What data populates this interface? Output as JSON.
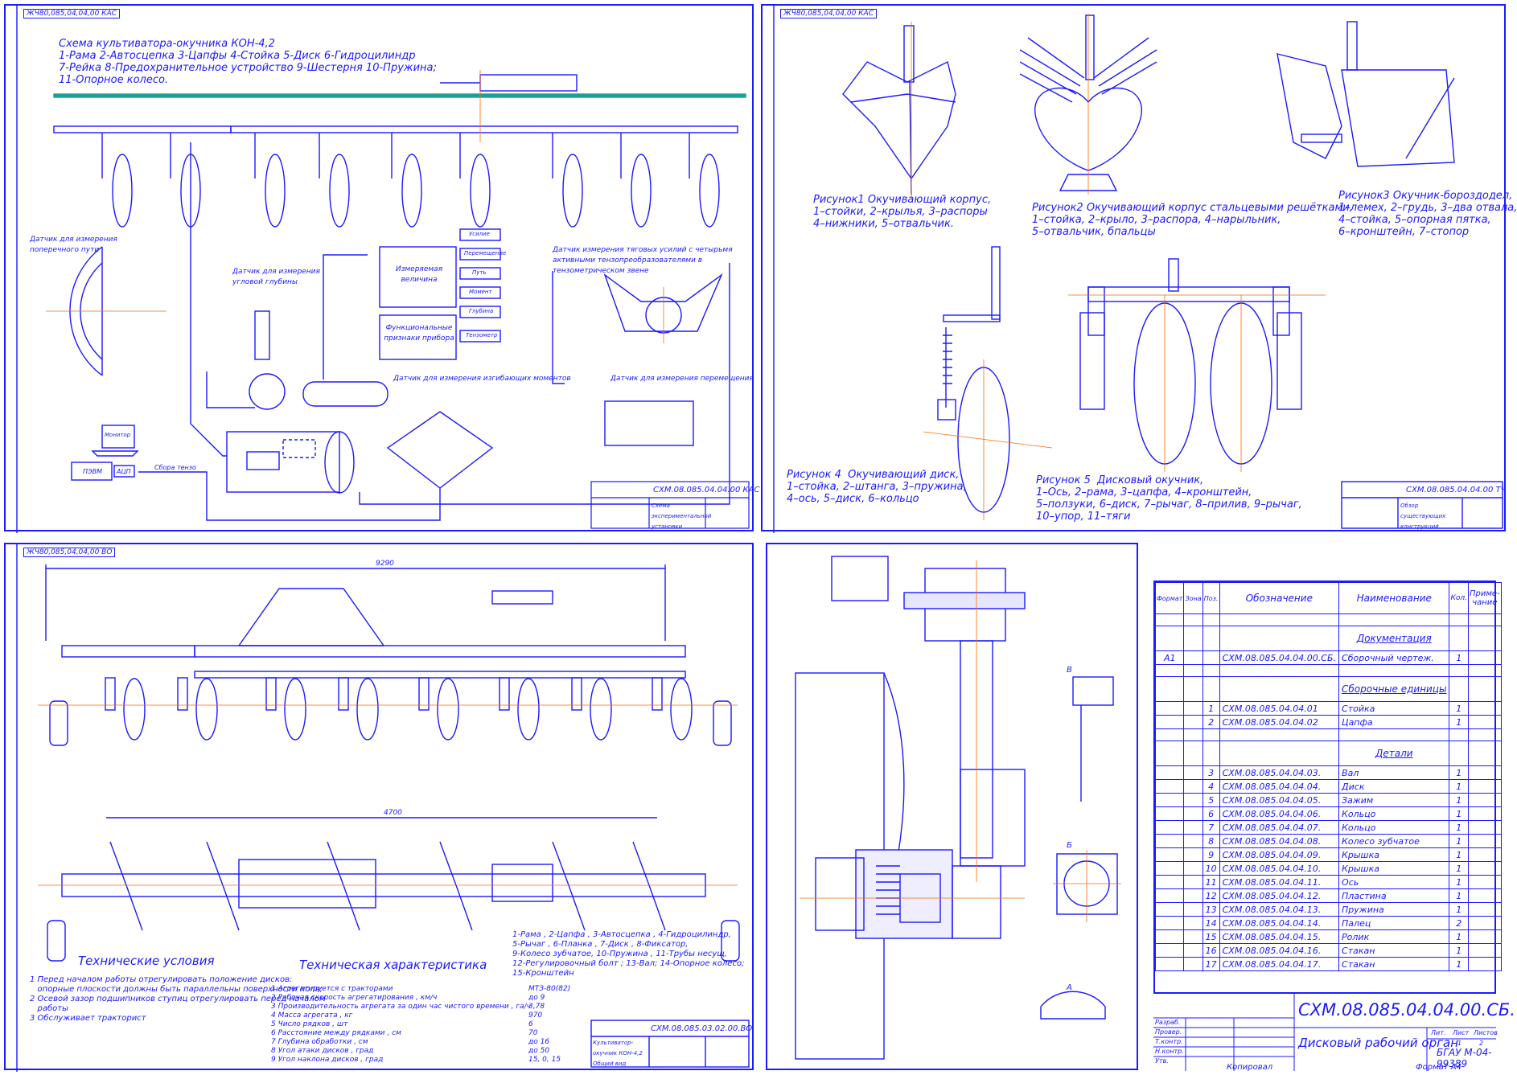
{
  "sheets": {
    "s1": {
      "top_code": "ЖЧ80,085,04,04,00 КАС",
      "caption": "Схема культиватора-окучника КОН-4,2\n1-Рама 2-Автосцепка 3-Цапфы 4-Стойка 5-Диск 6-Гидроцилиндр\n7-Рейка 8-Предохранительное устройство 9-Шестерня 10-Пружина;\n11-Опорное колесо.",
      "labels": {
        "sensor1": "Датчик для измерения поперечного пути",
        "sensor2": "Датчик для измерения угловой глубины",
        "sensor3": "Датчик измерения тяговых усилий с четырьмя активными тензопреобразователями в тензометрическом звене",
        "sensor4": "Датчик для измерения изгибающих моментов",
        "sensor5": "Датчик для измерения перемещения",
        "box_measure": "Измеряемая величина",
        "box_func": "Функциональные признаки прибора",
        "fields": [
          "Усилие",
          "Перемещение",
          "Путь",
          "Момент",
          "Глубина",
          "Тензометр"
        ],
        "pc": "Монитор",
        "adc": "АЦП",
        "pc_unit": "ПЭВМ",
        "bus": "Сбора тензо"
      },
      "tb_code": "СХМ.08.085.04.04.00 КАС",
      "tb_name": "Схема экспериментальной установки"
    },
    "s2": {
      "top_code": "ЖЧ80,085,04,04,00 КАС",
      "cap1": "Рисунок1 Окучивающий корпус,\n1–стойки, 2–крылья, 3–распоры\n4–нижники, 5–отвальчик.",
      "cap2": "Рисунок2 Окучивающий корпус стальцевыми решётками,\n1–стойка, 2–крыло, 3–распора, 4–нарыльник,\n5–отвальчик, бпальцы",
      "cap3": "Рисунок3 Окучник-бороздодел,\n1–лемех, 2–грудь, 3–два отвала,\n4–стойка, 5–опорная пятка,\n6–кронштейн, 7–стопор",
      "cap4": "Рисунок 4  Окучивающий диск,\n1–стойка, 2–штанга, 3–пружина,\n4–ось, 5–диск, 6–кольцо",
      "cap5": "Рисунок 5  Дисковый окучник,\n1–Ось, 2–рама, 3–цапфа, 4–кронштейн,\n5–ползуки, 6–диск, 7–рычаг, 8–прилив, 9–рычаг,\n10–упор, 11–тяги",
      "tb_code": "СХМ.08.085.04.04.00 ТЧ",
      "tb_name": "Обзор существующих конструкций"
    },
    "s3": {
      "top_code": "ЖЧ80,085,04,04,00 ВО",
      "dim_top": "9290",
      "dim_bottom": "4700",
      "legend": "1-Рама , 2-Цапфа , 3-Автосцепка , 4-Гидроцилиндр,\n5-Рычаг , 6-Планка , 7-Диск , 8-Фиксатор,\n9-Колесо зубчатое, 10-Пружина , 11-Трубы несущ,\n12-Регулировочный болт ; 13-Вал; 14-Опорное колесо;\n15-Кронштейн",
      "tech_title": "Технические условия",
      "tech_text": "1 Перед началом работы отрегулировать положение дисков:\n   опорные плоскости должны быть параллельны поверхности поля;\n2 Осевой зазор подшипников ступиц отрегулировать перед началом\n   работы\n3 Обслуживает тракторист",
      "char_title": "Техническая характеристика",
      "char_rows": [
        [
          "1  Агрегатируется с тракторами",
          "МТЗ-80(82)"
        ],
        [
          "2  Рабочая скорость агрегатирования , км/ч",
          "до 9"
        ],
        [
          "3  Производительность агрегата за один час чистого времени , га/ч",
          "3,78"
        ],
        [
          "4  Масса агрегата , кг",
          "970"
        ],
        [
          "5  Число рядков , шт",
          "6"
        ],
        [
          "6  Расстояние между рядками , см",
          "70"
        ],
        [
          "7  Глубина обработки , см",
          "до 16"
        ],
        [
          "8  Угол атаки дисков , град",
          "до 50"
        ],
        [
          "9  Угол наклона дисков , град",
          "15, 0, 15"
        ]
      ],
      "tb_code": "СХМ.08.085.03.02.00.ВО",
      "tb_name": "Культиватор-окучник КОН-4,2  Общий вид"
    },
    "s4": {
      "labels": [
        "А",
        "Б",
        "В"
      ]
    }
  },
  "spec": {
    "headers": [
      "Формат",
      "Зона",
      "Поз.",
      "Обозначение",
      "Наименование",
      "Кол.",
      "Приме-чание"
    ],
    "sections": [
      {
        "title": "Документация",
        "rows": [
          [
            "А1",
            "",
            "",
            "СХМ.08.085.04.04.00.СБ.",
            "Сборочный чертеж.",
            "1"
          ]
        ]
      },
      {
        "title": "Сборочные единицы",
        "rows": [
          [
            "",
            "",
            "1",
            "СХМ.08.085.04.04.01",
            "Стойка",
            "1"
          ],
          [
            "",
            "",
            "2",
            "СХМ.08.085.04.04.02",
            "Цапфа",
            "1"
          ]
        ]
      },
      {
        "title": "Детали",
        "rows": [
          [
            "",
            "",
            "3",
            "СХМ.08.085.04.04.03.",
            "Вал",
            "1"
          ],
          [
            "",
            "",
            "4",
            "СХМ.08.085.04.04.04.",
            "Диск",
            "1"
          ],
          [
            "",
            "",
            "5",
            "СХМ.08.085.04.04.05.",
            "Зажим",
            "1"
          ],
          [
            "",
            "",
            "6",
            "СХМ.08.085.04.04.06.",
            "Кольцо",
            "1"
          ],
          [
            "",
            "",
            "7",
            "СХМ.08.085.04.04.07.",
            "Кольцо",
            "1"
          ],
          [
            "",
            "",
            "8",
            "СХМ.08.085.04.04.08.",
            "Колесо зубчатое",
            "1"
          ],
          [
            "",
            "",
            "9",
            "СХМ.08.085.04.04.09.",
            "Крышка",
            "1"
          ],
          [
            "",
            "",
            "10",
            "СХМ.08.085.04.04.10.",
            "Крышка",
            "1"
          ],
          [
            "",
            "",
            "11",
            "СХМ.08.085.04.04.11.",
            "Ось",
            "1"
          ],
          [
            "",
            "",
            "12",
            "СХМ.08.085.04.04.12.",
            "Пластина",
            "1"
          ],
          [
            "",
            "",
            "13",
            "СХМ.08.085.04.04.13.",
            "Пружина",
            "1"
          ],
          [
            "",
            "",
            "14",
            "СХМ.08.085.04.04.14.",
            "Палец",
            "2"
          ],
          [
            "",
            "",
            "15",
            "СХМ.08.085.04.04.15.",
            "Ролик",
            "1"
          ],
          [
            "",
            "",
            "16",
            "СХМ.08.085.04.04.16.",
            "Стакан",
            "1"
          ],
          [
            "",
            "",
            "17",
            "СХМ.08.085.04.04.17.",
            "Стакан",
            "1"
          ]
        ]
      }
    ],
    "stamp": {
      "code": "СХМ.08.085.04.04.00.СБ.",
      "name": "Дисковый рабочий орган",
      "org": "БГАУ М-04-99389",
      "sheet_label": "Лист",
      "sheets_label": "Листов",
      "lit_label": "Лит.",
      "sheet": "1",
      "sheets": "2",
      "people": [
        "Разраб.",
        "Провер.",
        "Т.контр.",
        "Н.контр.",
        "Утв."
      ]
    },
    "copy": "Копировал",
    "format": "Формат  А4"
  },
  "colors": {
    "line": "#1a1aff",
    "axis": "#ff6a00",
    "rail": "#1aa09a",
    "red": "#dd2222"
  }
}
